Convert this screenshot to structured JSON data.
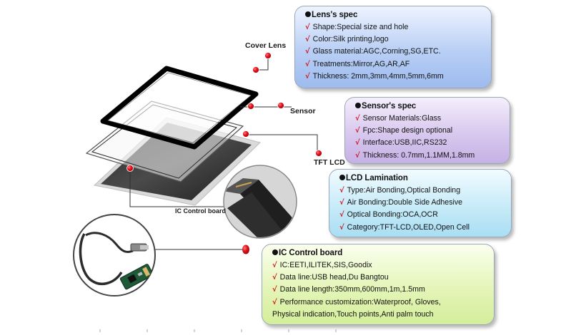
{
  "labels": {
    "cover_lens": "Cover Lens",
    "sensor": "Sensor",
    "tft_lcd": "TFT LCD",
    "ic_control_board": "IC Control board"
  },
  "lens_spec": {
    "title": "Lens's spec",
    "items": [
      "Shape:Special size and hole",
      "Color:Silk printing,logo",
      "Glass material:AGC,Corning,SG,ETC.",
      "Treatments:Mirror,AG,AR,AF",
      "Thickness: 2mm,3mm,4mm,5mm,6mm"
    ]
  },
  "sensor_spec": {
    "title": "Sensor's spec",
    "items": [
      "Sensor Materials:Glass",
      "Fpc:Shape design optional",
      "Interface:USB,IIC,RS232",
      "Thickness: 0.7mm,1.1MM,1.8mm"
    ]
  },
  "lcd_lamination": {
    "title": "LCD Lamination",
    "items": [
      "Type:Air Bonding,Optical Bonding",
      "Air Bonding:Double Side Adhesive",
      "Optical Bonding:OCA,OCR",
      "Category:TFT-LCD,OLED,Open Cell"
    ]
  },
  "ic_board": {
    "title": "IC Control board",
    "items": [
      "IC:EETI,ILITEK,SIS,Goodix",
      "Data line:USB head,Du Bangtou",
      "Data line length:350mm,600mm,1m,1.5mm",
      "Performance customization:Waterproof, Gloves,"
    ],
    "continuation": "Physical indication,Touch points,Anti palm touch"
  },
  "colors": {
    "check_mark": "#d0111a",
    "callout_dot": "#e0121a",
    "leader_line": "#333333"
  }
}
